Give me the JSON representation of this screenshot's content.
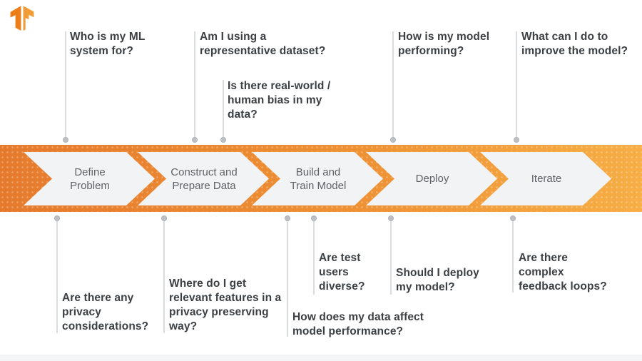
{
  "brand": {
    "logo_icon": "tensorflow-logo",
    "logo_colors": {
      "left": "#ed7d18",
      "right": "#f29c38"
    }
  },
  "colors": {
    "band_gradient_left": "#e57a2d",
    "band_gradient_right": "#f6ae45",
    "chevron_fill": "#f1f3f4",
    "chevron_text": "#5f6368",
    "question_text": "#3c4043",
    "leader_line": "#dadce0",
    "connector_dot": "#bdc1c6",
    "footer_strip": "#f3f5f6"
  },
  "stages": [
    {
      "label": "Define Problem"
    },
    {
      "label": "Construct and Prepare Data"
    },
    {
      "label": "Build and Train Model"
    },
    {
      "label": "Deploy"
    },
    {
      "label": "Iterate"
    }
  ],
  "top_questions": [
    {
      "text": "Who is my ML system for?"
    },
    {
      "text": "Am I using a representative dataset?"
    },
    {
      "text": "Is there real-world / human bias in my data?"
    },
    {
      "text": "How is my model performing?"
    },
    {
      "text": "What can I do to improve the model?"
    }
  ],
  "bottom_questions": [
    {
      "text": "Are there any privacy considerations?"
    },
    {
      "text": "Where do I get relevant features in a privacy preserving way?"
    },
    {
      "text": "How does my data affect model performance?"
    },
    {
      "text": "Are test users diverse?"
    },
    {
      "text": "Should I deploy my model?"
    },
    {
      "text": "Are there complex feedback loops?"
    }
  ]
}
